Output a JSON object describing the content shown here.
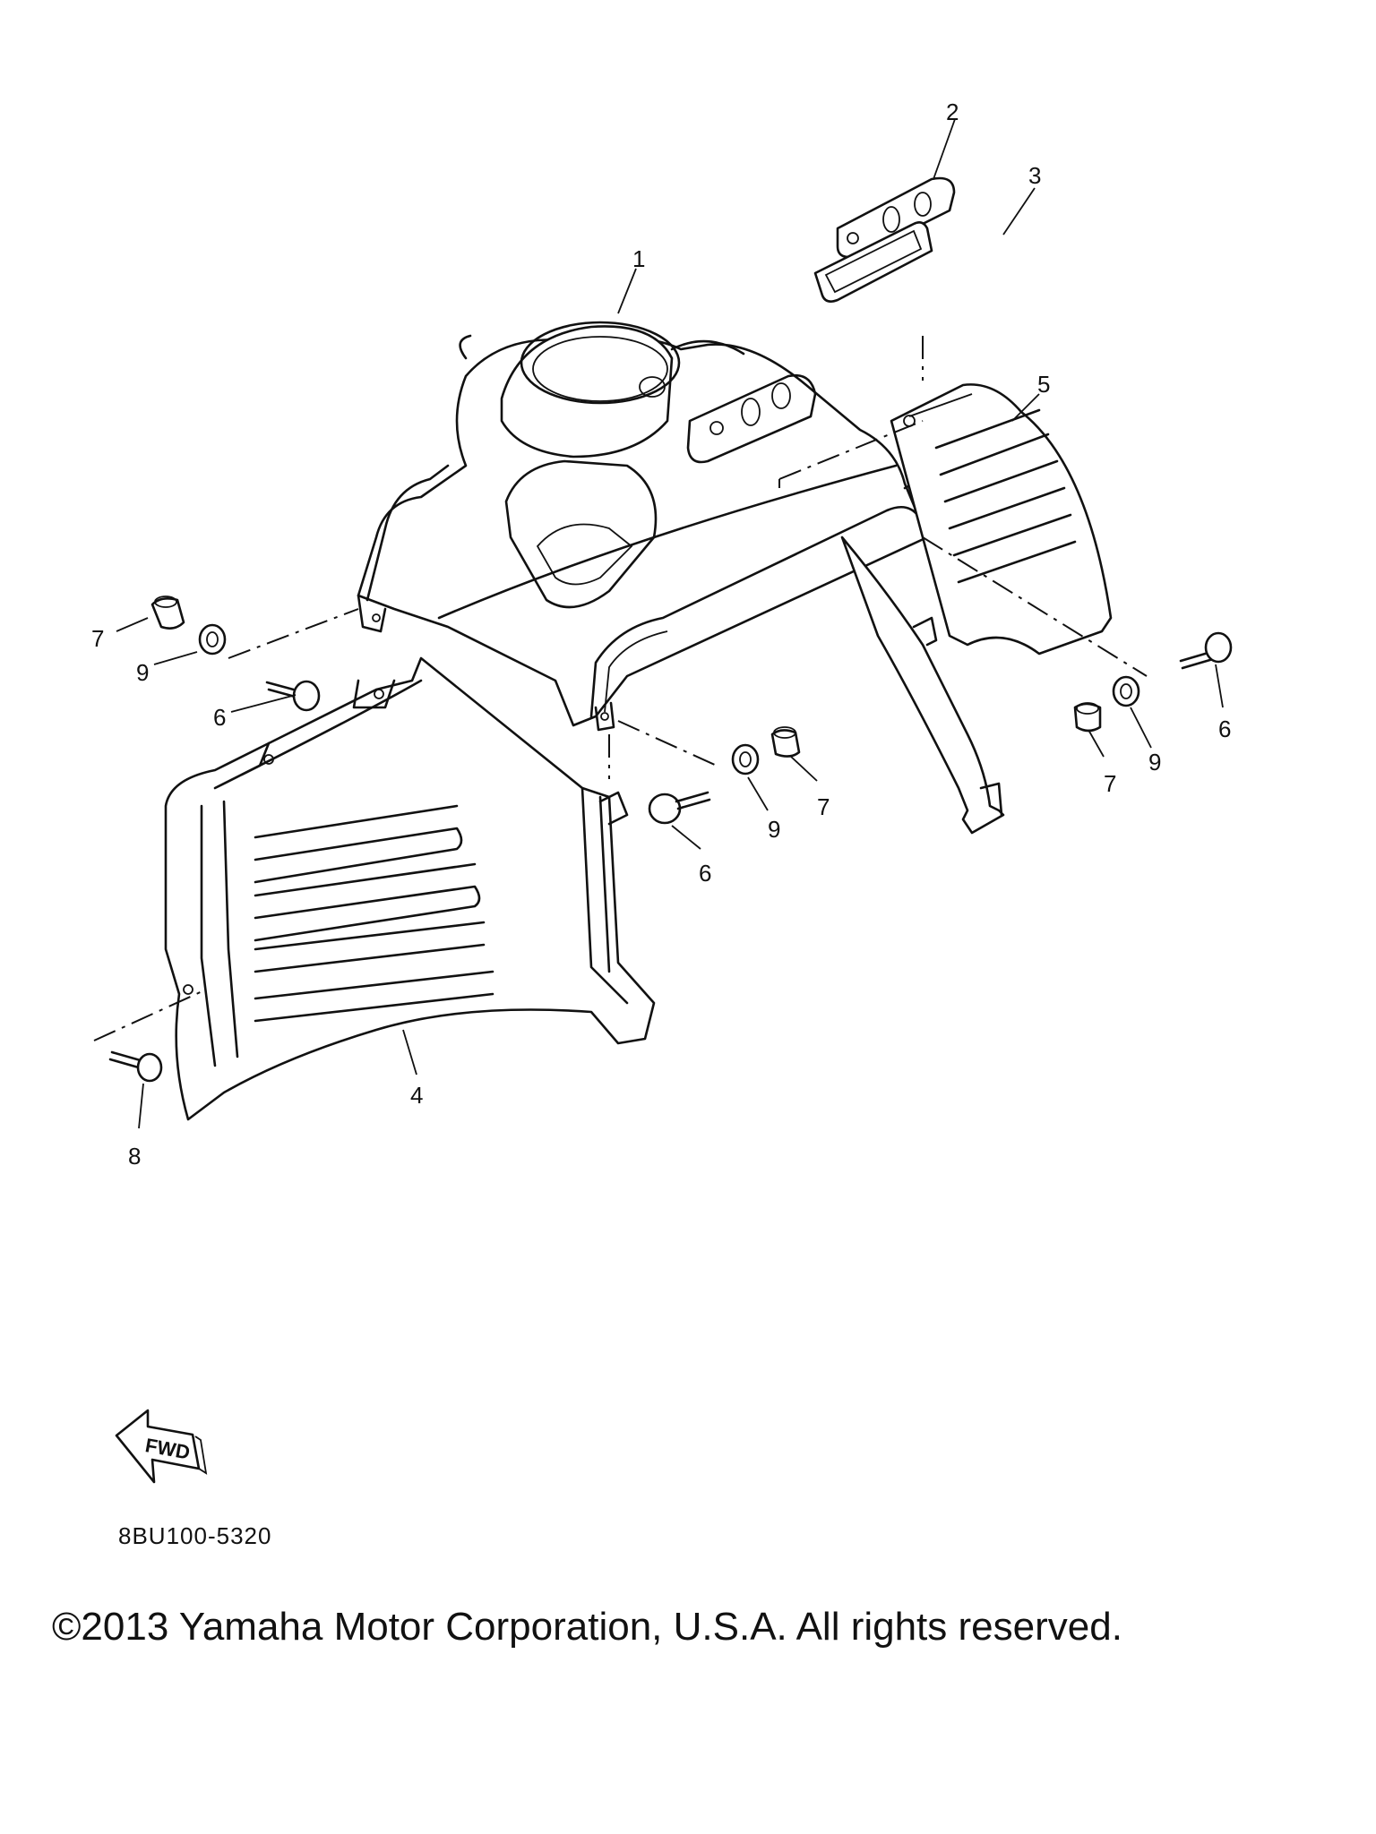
{
  "callouts": [
    "1",
    "2",
    "3",
    "4",
    "5",
    "6",
    "6",
    "6",
    "7",
    "7",
    "7",
    "8",
    "9",
    "9",
    "9"
  ],
  "fwd_label": "FWD",
  "diagram_code": "8BU100-5320",
  "copyright": "©2013 Yamaha Motor Corporation, U.S.A. All rights reserved."
}
